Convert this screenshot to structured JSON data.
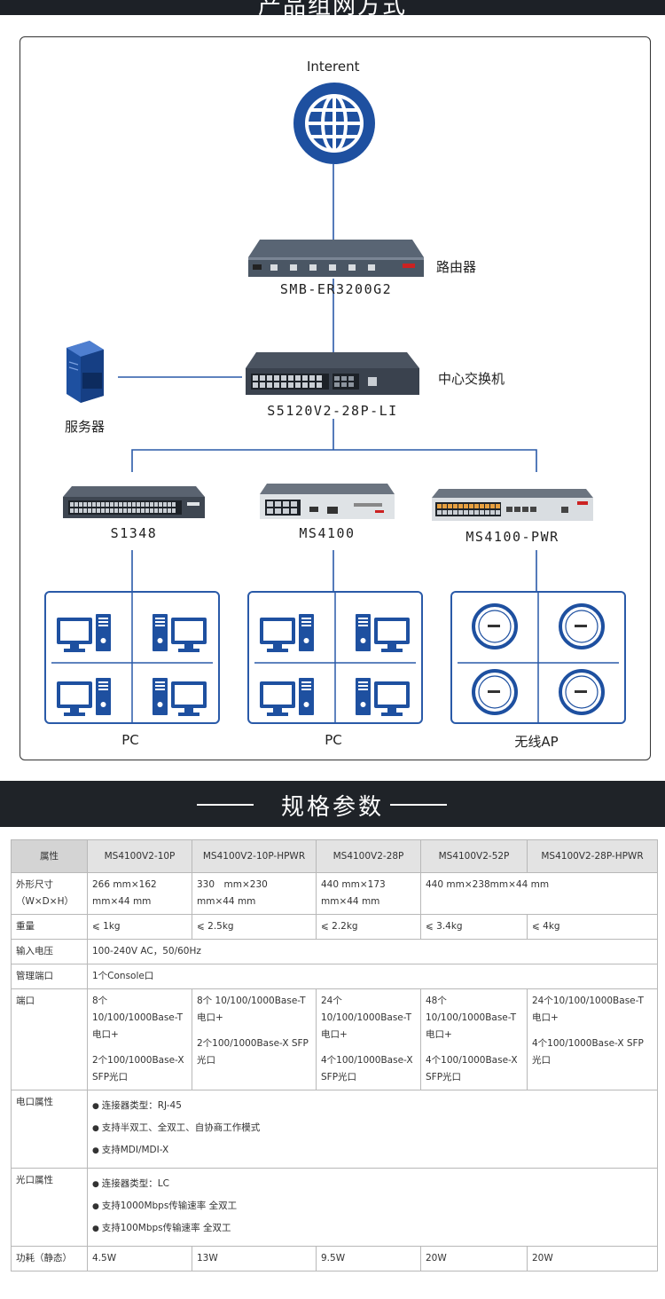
{
  "top_banner": {
    "title": "产品组网方式"
  },
  "diagram": {
    "internet_label": "Interent",
    "router": {
      "model": "SMB-ER3200G2",
      "role": "路由器"
    },
    "core_switch": {
      "model": "S5120V2-28P-LI",
      "role": "中心交换机"
    },
    "server": {
      "label": "服务器"
    },
    "access_switches": [
      {
        "model": "S1348"
      },
      {
        "model": "MS4100"
      },
      {
        "model": "MS4100-PWR"
      }
    ],
    "groups": [
      {
        "label": "PC"
      },
      {
        "label": "PC"
      },
      {
        "label": "无线AP"
      }
    ],
    "colors": {
      "icon_blue": "#1e50a0",
      "line_blue": "#2a5aa8"
    }
  },
  "spec_section": {
    "title": "规格参数",
    "headers": [
      "属性",
      "MS4100V2-10P",
      "MS4100V2-10P-HPWR",
      "MS4100V2-28P",
      "MS4100V2-52P",
      "MS4100V2-28P-HPWR"
    ],
    "size": {
      "label": "外形尺寸（W×D×H）",
      "v1": "266 mm×162 mm×44 mm",
      "v2": "330　mm×230　mm×44 mm",
      "v3": "440 mm×173 mm×44 mm",
      "v45": "440 mm×238mm×44 mm"
    },
    "weight": {
      "label": "重量",
      "v1": "⩽ 1kg",
      "v2": "⩽ 2.5kg",
      "v3": "⩽ 2.2kg",
      "v4": "⩽ 3.4kg",
      "v5": "⩽ 4kg"
    },
    "voltage": {
      "label": "输入电压",
      "value": "100-240V AC，50/60Hz"
    },
    "mgmt": {
      "label": "管理端口",
      "value": "1个Console口"
    },
    "ports": {
      "label": "端口",
      "c1": [
        "8个 10/100/1000Base-T电口+",
        "2个100/1000Base-X SFP光口"
      ],
      "c2": [
        "8个 10/100/1000Base-T电口+",
        "2个100/1000Base-X SFP光口"
      ],
      "c3": [
        "24个10/100/1000Base-T电口+",
        "4个100/1000Base-X SFP光口"
      ],
      "c4": [
        "48个10/100/1000Base-T电口+",
        "4个100/1000Base-X SFP光口"
      ],
      "c5": [
        "24个10/100/1000Base-T电口+",
        "4个100/1000Base-X SFP光口"
      ]
    },
    "copper": {
      "label": "电口属性",
      "items": [
        "连接器类型：RJ-45",
        "支持半双工、全双工、自协商工作模式",
        "支持MDI/MDI-X"
      ]
    },
    "fiber": {
      "label": "光口属性",
      "items": [
        "连接器类型：LC",
        "支持1000Mbps传输速率 全双工",
        "支持100Mbps传输速率 全双工"
      ]
    },
    "power": {
      "label": "功耗（静态）",
      "v1": "4.5W",
      "v2": "13W",
      "v3": "9.5W",
      "v4": "20W",
      "v5": "20W"
    }
  }
}
